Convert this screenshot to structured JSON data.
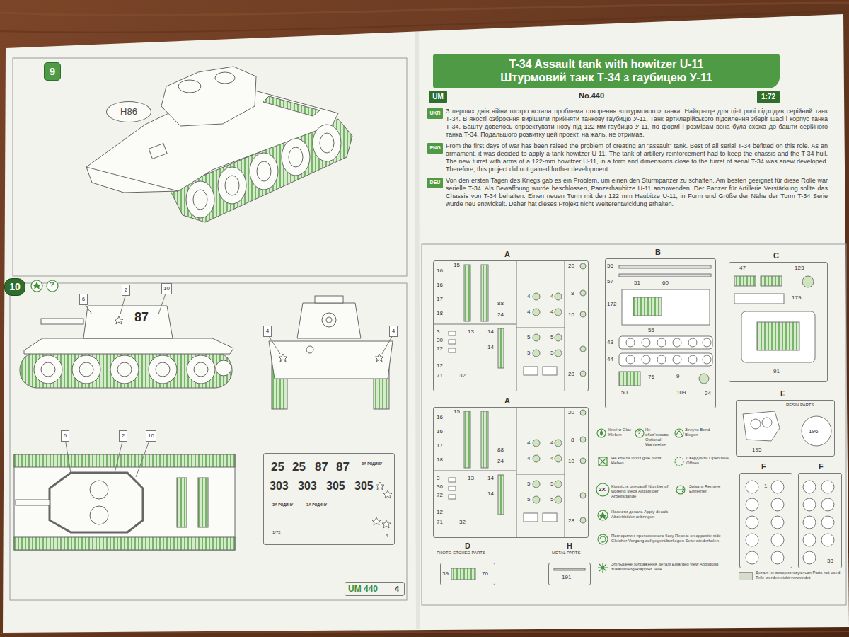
{
  "diagram": {
    "nodes": [
      {
        "text": [
          "9"
        ]
      },
      {
        "text": [
          "H86"
        ]
      },
      {
        "text": [
          "10"
        ]
      },
      {
        "text": [
          "6"
        ]
      },
      {
        "text": [
          "2"
        ]
      },
      {
        "text": [
          "10"
        ]
      },
      {
        "text": [
          "4"
        ]
      },
      {
        "text": [
          "4"
        ]
      },
      {
        "text": [
          "6"
        ]
      },
      {
        "text": [
          "2"
        ]
      },
      {
        "text": [
          "10"
        ]
      },
      {
        "text": [
          "25",
          "25",
          "87",
          "87",
          "ЗА РОДИНУ",
          "303",
          "303",
          "305",
          "305",
          "ЗА РОДИНУ",
          "ЗА РОДИНУ",
          "1/72",
          "4"
        ]
      },
      {
        "text": [
          "UM 440",
          "4"
        ]
      },
      {
        "text": [
          "T-34 Assault tank with howitzer U-11",
          "Штурмовий танк Т-34 з гаубицею У-11"
        ]
      },
      {
        "text": [
          "UM"
        ]
      },
      {
        "text": [
          "1:72"
        ]
      },
      {
        "text": [
          "UKR"
        ]
      },
      {
        "text": [
          "ENG"
        ]
      },
      {
        "text": [
          "DEU"
        ]
      },
      {
        "text": [
          "A",
          "16",
          "16",
          "17",
          "18",
          "15",
          "88",
          "24",
          "4",
          "4",
          "4",
          "4",
          "5",
          "5",
          "5",
          "5",
          "20",
          "8",
          "10",
          "28",
          "3",
          "30",
          "72",
          "12",
          "71",
          "32",
          "13",
          "14",
          "14"
        ]
      },
      {
        "text": [
          "B",
          "56",
          "57",
          "60",
          "51",
          "172",
          "55",
          "43",
          "44",
          "76",
          "50",
          "9",
          "109",
          "24"
        ]
      },
      {
        "text": [
          "C",
          "47",
          "123",
          "179",
          "91"
        ]
      },
      {
        "text": [
          "A",
          "16",
          "16",
          "17",
          "18",
          "15",
          "88",
          "24",
          "4",
          "4",
          "4",
          "4",
          "5",
          "5",
          "5",
          "5",
          "20",
          "8",
          "10",
          "28",
          "3",
          "30",
          "72",
          "12",
          "71",
          "32",
          "13",
          "14",
          "14"
        ]
      },
      {
        "text": [
          "E",
          "RESIN PARTS",
          "195",
          "196"
        ]
      },
      {
        "text": [
          "F",
          "1"
        ]
      },
      {
        "text": [
          "F",
          "33"
        ]
      },
      {
        "text": [
          "D",
          "PHOTO-ETCHED PARTS",
          "39",
          "70"
        ]
      },
      {
        "text": [
          "H",
          "METAL PARTS",
          "191"
        ]
      }
    ],
    "labels": [
      "87",
      "?",
      "No.440",
      "З перших днів війни гостро встала проблема створення «штурмового» танка. Найкраще для цієї ролі підходив серійний танк Т-34. В якості озброєння вирішили прийняти танкову гаубицю У-11. Танк артилерійського підсилення зберіг шасі і корпус танка Т-34. Башту довелось спроектувати нову під 122-мм гаубицю У-11, по формі і розмірам вона була схожа до башти серійного танка Т-34. Подальшого розвитку цей проект, на жаль, не отримав.",
      "From the first days of war has been raised the problem of creating an \"assault\" tank. Best of all serial T-34 befitted on this role. As an armament, it was decided to apply a tank howitzer U-11. The tank of artillery reinforcement had to keep the chassis and the T-34 hull. The new turret with arms of a 122-mm howitzer U-11, in a form and dimensions close to the turret of serial T-34 was anew developed. Therefore, this project did not gained further development.",
      "Von den ersten Tagen des Kriegs gab es ein Problem, um einen den Sturmpanzer zu schaffen. Am besten geeignet für diese Rolle war serielle T-34. Als Bewaffnung wurde beschlossen, Panzerhaubitze U-11 anzuwenden. Der Panzer für Artillerie Verstärkung sollte das Chassis von T-34 behalten. Einen neuen Turm mit den 122 mm Haubitze U-11, in Form und Größe der Nähe der Turm T-34 Serie wurde neu entwickelt. Daher hat dieses Projekt nicht Weiterentwicklung erhalten.",
      "?",
      "2X"
    ],
    "legend": [
      {
        "text": "Клеїти Glue Kleben"
      },
      {
        "text": "Не обов'язково Optional Wahlweise"
      },
      {
        "text": "Зігнути Bend Biegen"
      },
      {
        "text": "Не клеїти Don't glue Nicht kleben"
      },
      {
        "text": "Свердлити Open hole Öffnen"
      },
      {
        "text": "Кількість операцій Number of working steps Anzahl der Arbeitsgänge"
      },
      {
        "text": "Зрізати Remove Entfernen"
      },
      {
        "text": "Нанести декаль Apply decals Abziehbilder anbringen"
      },
      {
        "text": "Повторити з протилежного боку Repeat on opposite side Gleicher Vorgang auf gegenüberliegen Seite wiederholen"
      },
      {
        "text": "Збільшене зображення деталі Enlarged view Abbildung zusammengeklappter Teile"
      },
      {
        "text": "Деталі не використовуються Parts not used Teile werden nicht verwendet",
        "color": "#d6dccb"
      }
    ]
  }
}
